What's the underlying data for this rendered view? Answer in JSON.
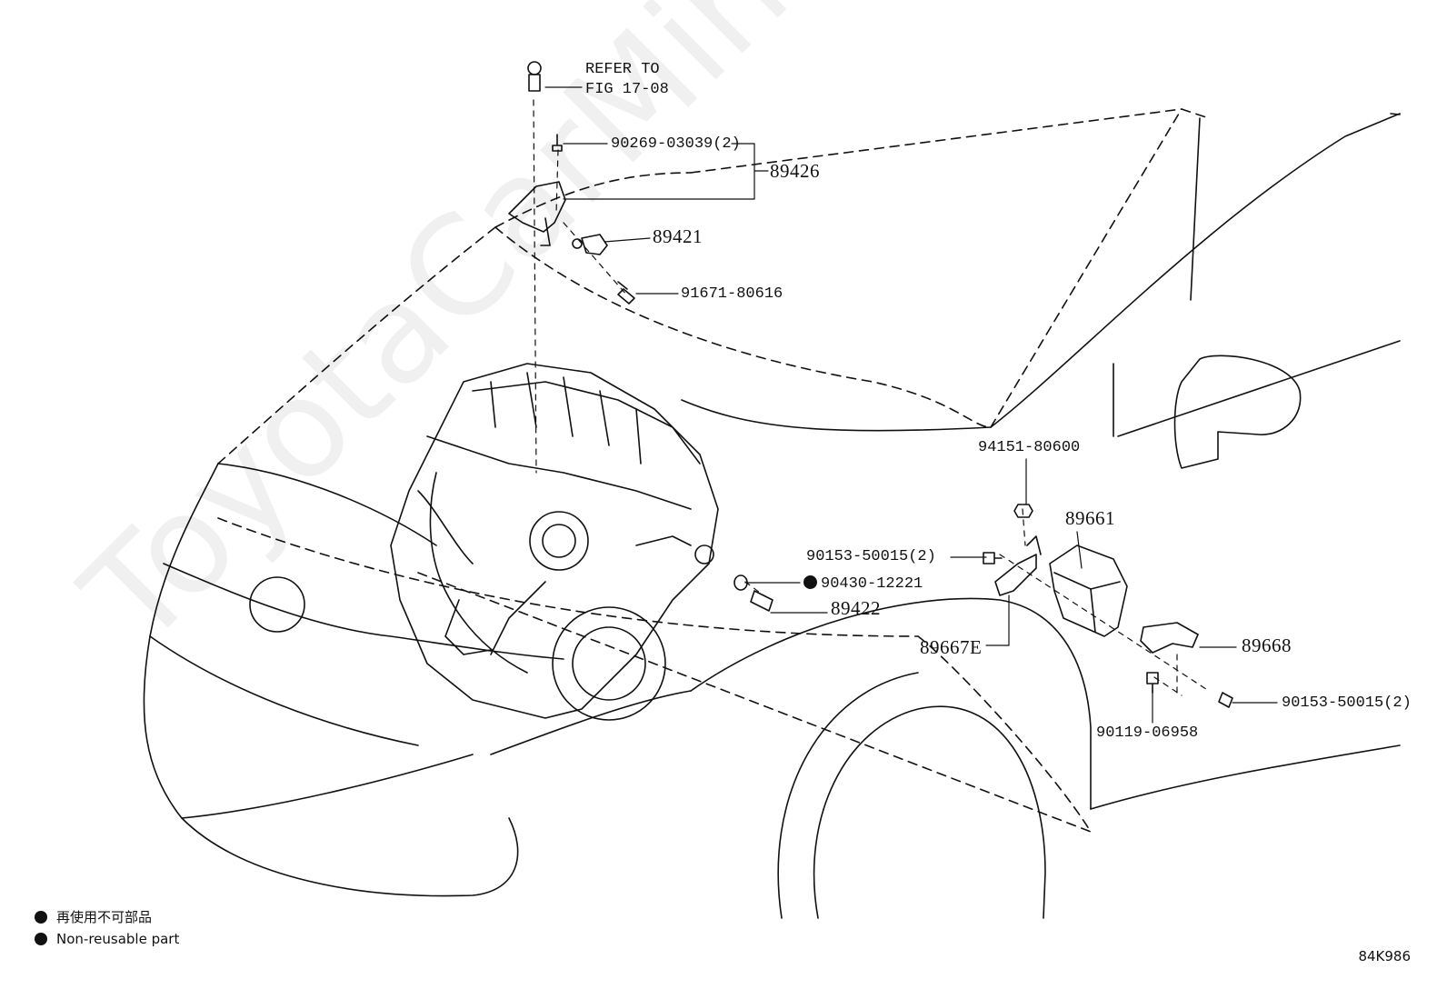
{
  "diagram": {
    "refer_to": "REFER TO",
    "refer_fig": "FIG 17-08",
    "figure_id": "84K986",
    "watermark": "ToyotaCarMine.ru",
    "parts": {
      "bolt_90269": "90269-03039(2)",
      "bracket_89426": "89426",
      "sensor_89421": "89421",
      "bolt_91671": "91671-80616",
      "nut_94151": "94151-80600",
      "ecu_89661": "89661",
      "bolt_90153_a": "90153-50015(2)",
      "gasket_90430": "90430-12221",
      "sensor_89422": "89422",
      "bracket_89667E": "89667E",
      "bracket_89668": "89668",
      "bolt_90153_b": "90153-50015(2)",
      "bolt_90119": "90119-06958"
    },
    "legend": {
      "jp": "再使用不可部品",
      "en": "Non-reusable part"
    }
  }
}
